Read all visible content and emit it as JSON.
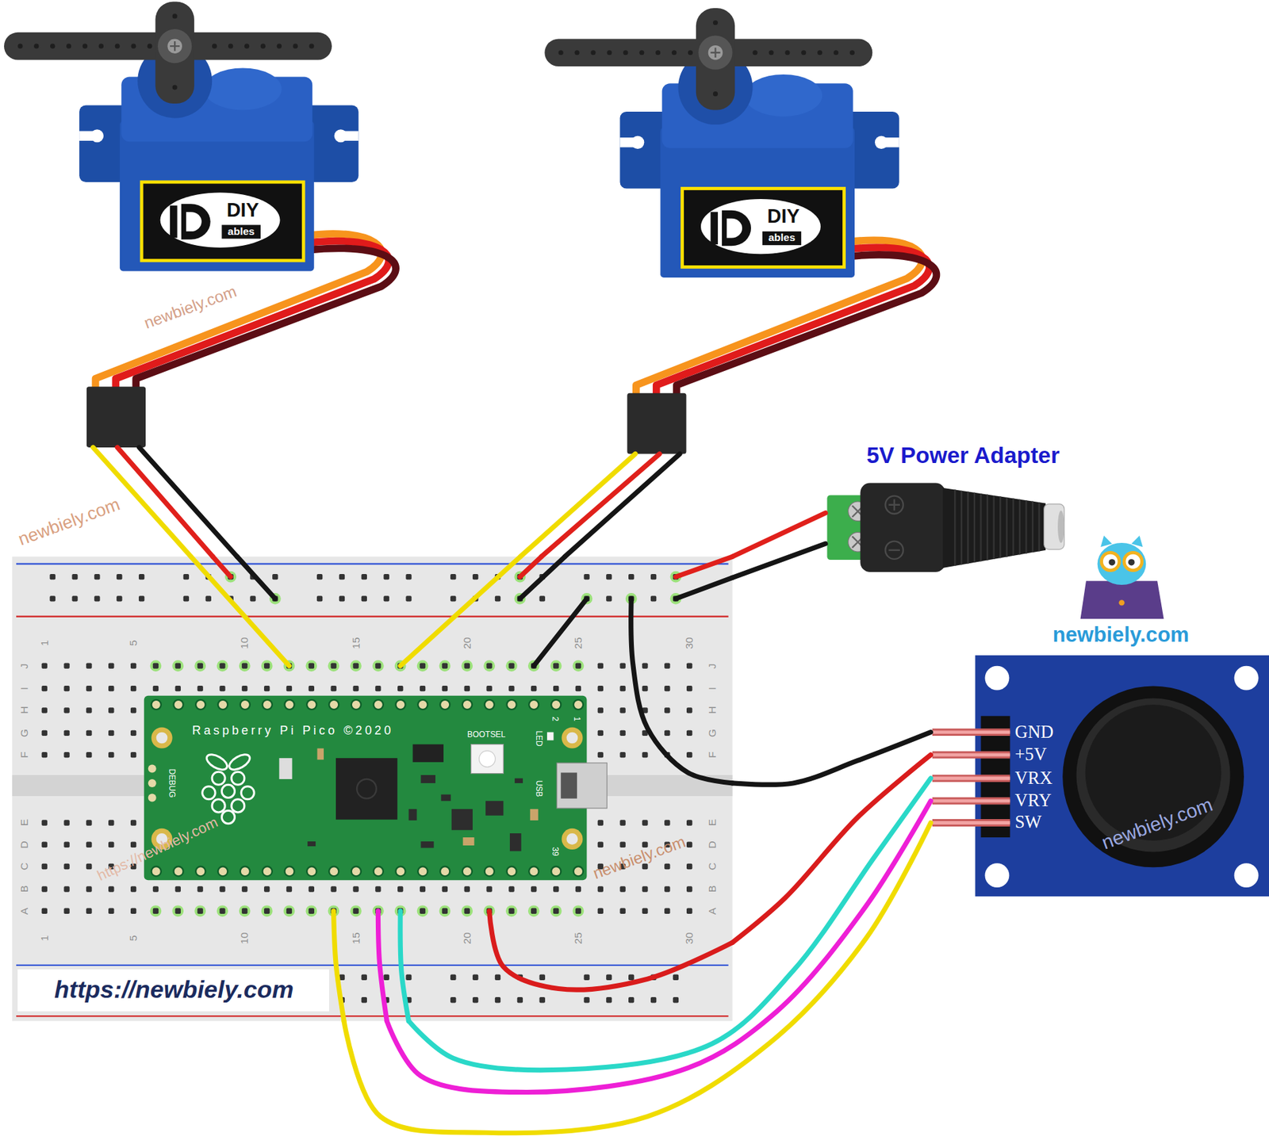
{
  "diagram": {
    "nodes": [
      {
        "text": [
          "DIY",
          "ables"
        ]
      },
      {
        "text": [
          "DIY",
          "ables"
        ]
      },
      {
        "text": [
          "5V Power Adapter"
        ]
      },
      {
        "text": [
          "1",
          "5",
          "10",
          "15",
          "20",
          "25",
          "30",
          "J",
          "I",
          "H",
          "G",
          "F",
          "J",
          "I",
          "H",
          "G",
          "F",
          "E",
          "D",
          "C",
          "B",
          "A",
          "E",
          "D",
          "C",
          "B",
          "A",
          "1",
          "5",
          "10",
          "15",
          "20",
          "25",
          "30"
        ]
      },
      {
        "text": [
          "Raspberry Pi Pico ©2020",
          "BOOTSEL",
          "LED",
          "2",
          "1",
          "DEBUG",
          "USB",
          "39"
        ],
        "in": 3
      },
      {
        "text": [
          "GND",
          "+5V",
          "VRX",
          "VRY",
          "SW"
        ]
      },
      {
        "text": [
          "https://newbiely.com"
        ],
        "in": 3
      }
    ],
    "edges": [
      {
        "from": 0,
        "to": 3,
        "arrow": "none"
      },
      {
        "from": 0,
        "to": 3,
        "arrow": "none"
      },
      {
        "from": 0,
        "to": 3,
        "arrow": "none"
      },
      {
        "from": 1,
        "to": 3,
        "arrow": "none"
      },
      {
        "from": 1,
        "to": 3,
        "arrow": "none"
      },
      {
        "from": 1,
        "to": 3,
        "arrow": "none"
      },
      {
        "from": 2,
        "to": 3,
        "arrow": "none"
      },
      {
        "from": 2,
        "to": 3,
        "arrow": "none"
      },
      {
        "from": 5,
        "to": 3,
        "arrow": "none"
      },
      {
        "from": 5,
        "to": 3,
        "arrow": "none"
      },
      {
        "from": 5,
        "to": 3,
        "arrow": "none"
      },
      {
        "from": 5,
        "to": 3,
        "arrow": "none"
      },
      {
        "from": 5,
        "to": 3,
        "arrow": "none"
      }
    ],
    "labels": [
      "newbiely.com",
      "newbiely.com",
      "newbiely.com",
      "https://newbiely.com",
      "newbiely.com",
      "newbiely.com"
    ]
  }
}
